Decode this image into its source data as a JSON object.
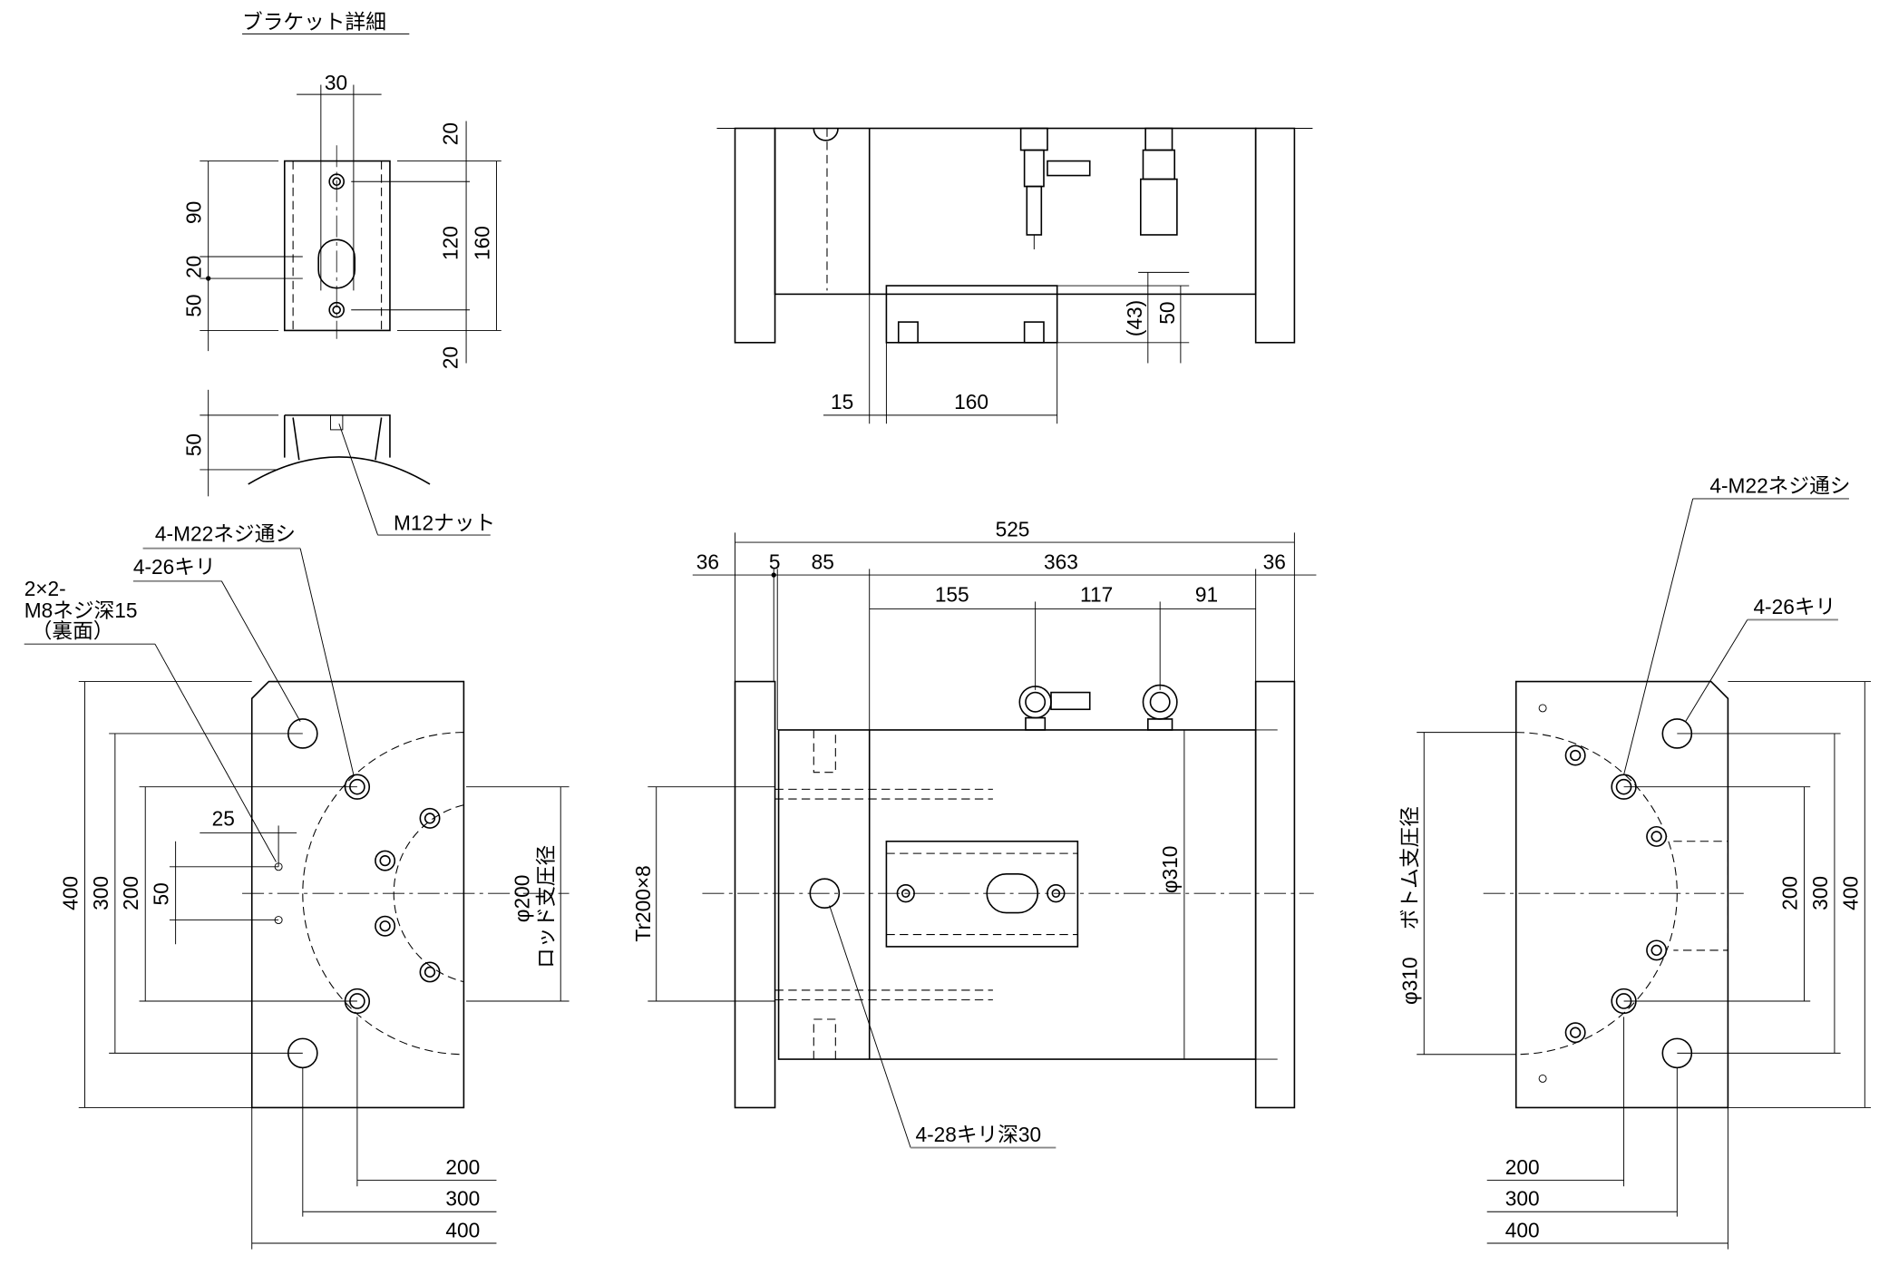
{
  "bracket_detail": {
    "title": "ブラケット詳細",
    "dims": {
      "width_30": "30",
      "top_20": "20",
      "d_120": "120",
      "d_160": "160",
      "bottom_20": "20",
      "d_90": "90",
      "d_20": "20",
      "d_50": "50",
      "side_50": "50"
    },
    "nut_label": "M12ナット"
  },
  "side_view": {
    "dims": {
      "d_15": "15",
      "d_160": "160",
      "d_43": "(43)",
      "d_50": "50"
    }
  },
  "front_view": {
    "dims": {
      "total": "525",
      "left_36": "36",
      "d_5": "5",
      "d_85": "85",
      "d_363": "363",
      "right_36": "36",
      "d_155": "155",
      "d_117": "117",
      "d_91": "91"
    },
    "thread_label": "Tr200×8",
    "diameter_label": "φ310",
    "hole_label": "4-28キリ深30"
  },
  "rod_end_view": {
    "labels": {
      "m22": "4-M22ネジ通シ",
      "drill": "4-26キリ",
      "m8_line1": "2×2-",
      "m8_line2": "M8ネジ深15",
      "m8_line3": "（裏面）"
    },
    "dims": {
      "d_25": "25",
      "v_400": "400",
      "v_300": "300",
      "v_200": "200",
      "v_50": "50",
      "h_200": "200",
      "h_300": "300",
      "h_400": "400"
    },
    "diameter_label": "φ200",
    "diameter_note": "ロッド支圧径"
  },
  "bottom_end_view": {
    "labels": {
      "m22": "4-M22ネジ通シ",
      "drill": "4-26キリ"
    },
    "dims": {
      "v_200": "200",
      "v_300": "300",
      "v_400": "400",
      "h_200": "200",
      "h_300": "300",
      "h_400": "400"
    },
    "diameter_label": "φ310",
    "diameter_note": "ボトム支圧径"
  }
}
